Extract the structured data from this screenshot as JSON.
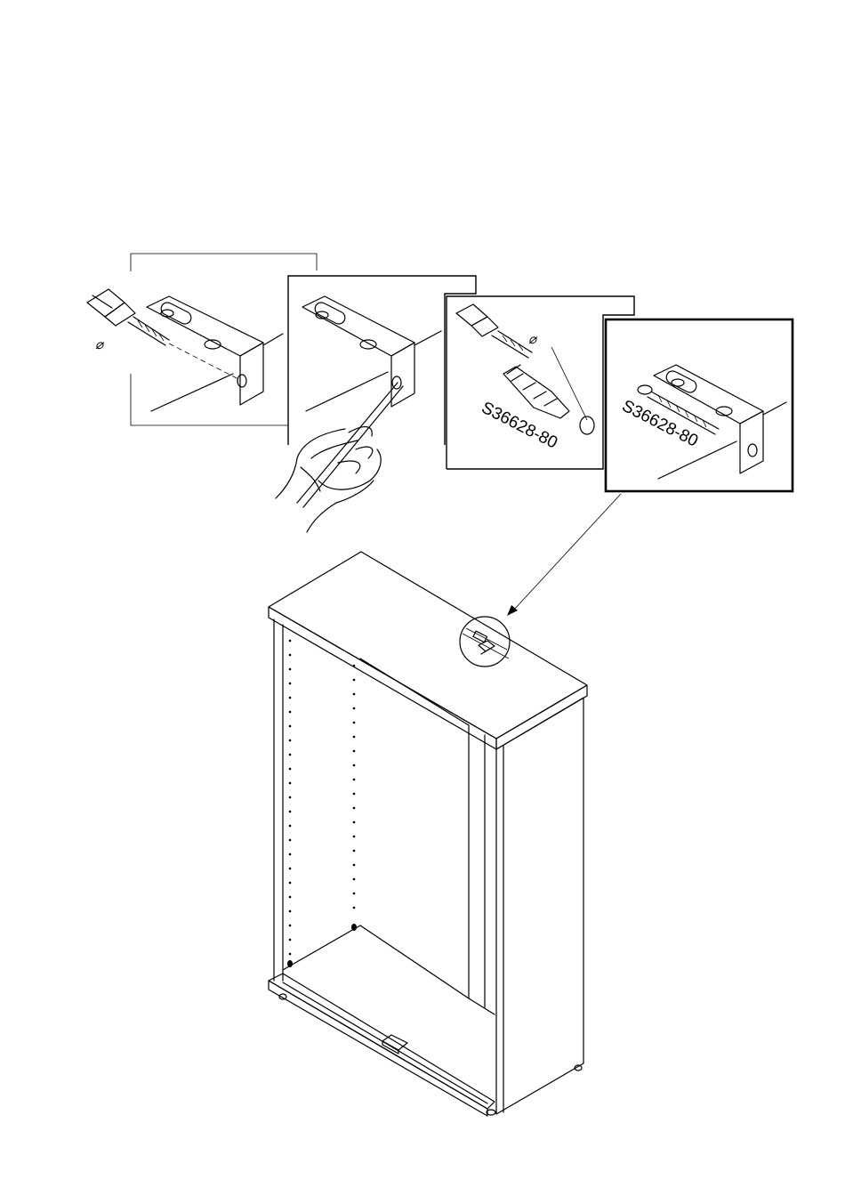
{
  "steps": [
    {
      "id": "step1",
      "action": "drill",
      "diameter_symbol": "⌀"
    },
    {
      "id": "step2",
      "action": "mark"
    },
    {
      "id": "step3",
      "action": "insert-wall-plug",
      "diameter_symbol": "⌀",
      "part_code": "S36628-80"
    },
    {
      "id": "step4",
      "action": "screw-bracket",
      "part_code": "S36628-80"
    }
  ],
  "colors": {
    "line": "#000000",
    "background": "#ffffff"
  }
}
